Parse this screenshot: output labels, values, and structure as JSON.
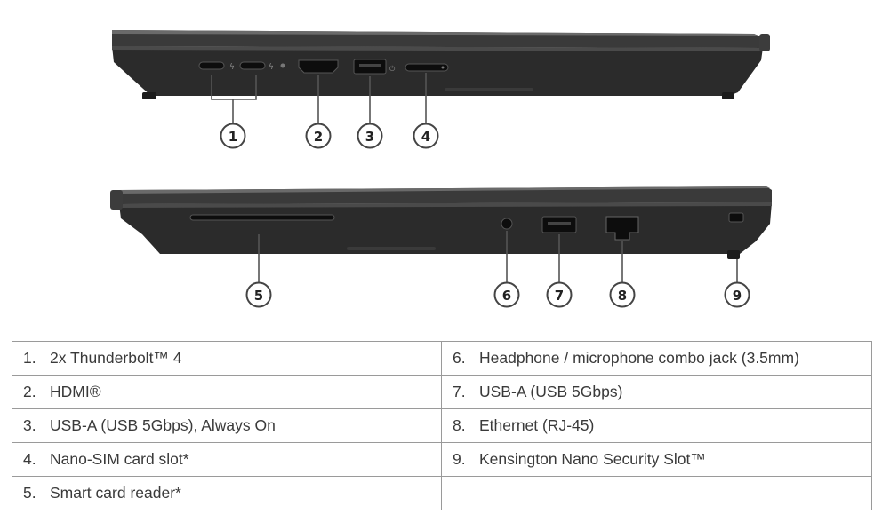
{
  "callouts": [
    "1",
    "2",
    "3",
    "4",
    "5",
    "6",
    "7",
    "8",
    "9"
  ],
  "table": {
    "rows": [
      {
        "left": {
          "num": "1.",
          "label": "2x Thunderbolt™ 4"
        },
        "right": {
          "num": "6.",
          "label": "Headphone / microphone combo jack (3.5mm)"
        }
      },
      {
        "left": {
          "num": "2.",
          "label": "HDMI®"
        },
        "right": {
          "num": "7.",
          "label": "USB-A (USB 5Gbps)"
        }
      },
      {
        "left": {
          "num": "3.",
          "label": "USB-A (USB 5Gbps), Always On"
        },
        "right": {
          "num": "8.",
          "label": "Ethernet (RJ-45)"
        }
      },
      {
        "left": {
          "num": "4.",
          "label": "Nano-SIM card slot*"
        },
        "right": {
          "num": "9.",
          "label": "Kensington Nano Security Slot™"
        }
      },
      {
        "left": {
          "num": "5.",
          "label": "Smart card reader*"
        },
        "right": {
          "num": "",
          "label": ""
        }
      }
    ]
  },
  "colors": {
    "chassis": "#2b2b2b",
    "chassis_edge": "#4a4a4a",
    "port": "#0d0d0d",
    "callout_stroke": "#444444",
    "table_border": "#9a9a9a"
  }
}
